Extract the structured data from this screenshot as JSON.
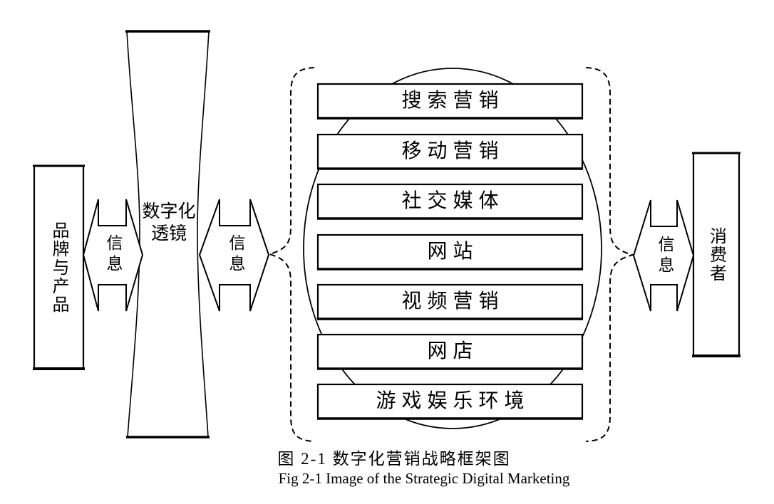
{
  "figure": {
    "caption_zh": "图 2-1 数字化营销战略框架图",
    "caption_en": "Fig 2-1 Image of the Strategic Digital Marketing"
  },
  "diagram": {
    "brand_box": {
      "label": "品牌与产品"
    },
    "lens": {
      "label": "数字化\n透镜"
    },
    "info_label": "信息",
    "channels": [
      "搜索营销",
      "移动营销",
      "社交媒体",
      "网站",
      "视频营销",
      "网店",
      "游戏娱乐环境"
    ],
    "consumer_box": {
      "label": "消费者"
    }
  },
  "colors": {
    "line": "#000000",
    "background": "#ffffff"
  }
}
